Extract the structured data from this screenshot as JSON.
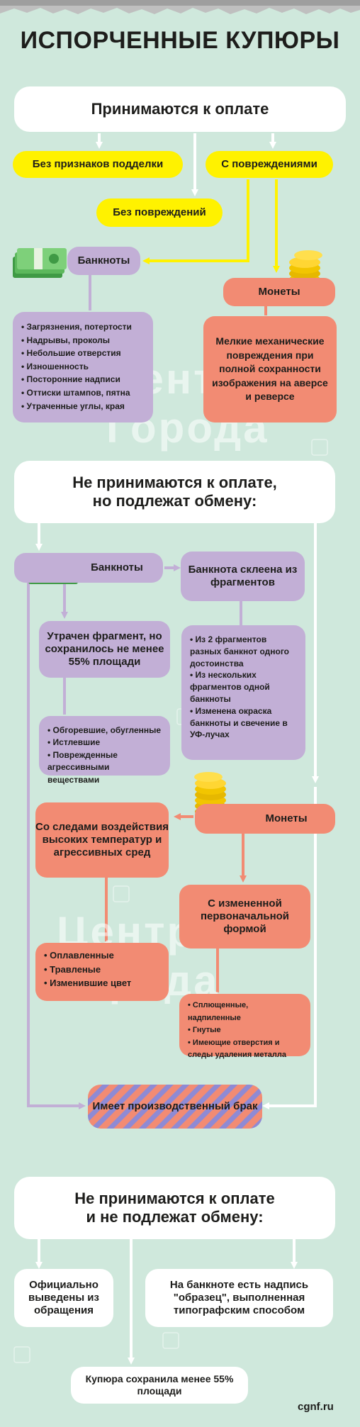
{
  "title": "ИСПОРЧЕННЫЕ КУПЮРЫ",
  "watermark": "Центр Города",
  "site": "cgnf.ru",
  "colors": {
    "background": "#cfe8dc",
    "white": "#ffffff",
    "yellow": "#fff200",
    "purple": "#c2afd6",
    "salmon": "#f28b73",
    "hatch": "#8f8ad4"
  },
  "section1": {
    "header": "Принимаются к оплате",
    "no_forgery": "Без признаков подделки",
    "damaged": "С повреждениями",
    "undamaged": "Без повреждений",
    "banknotes": "Банкноты",
    "coins": "Монеты",
    "banknote_list": [
      "Загрязнения, потертости",
      "Надрывы, проколы",
      "Небольшие отверстия",
      "Изношенность",
      "Посторонние надписи",
      "Оттиски штампов, пятна",
      "Утраченные углы, края"
    ],
    "coin_text": "Мелкие механические повреждения при полной сохранности изображения на аверсе и реверсе"
  },
  "section2": {
    "header_line1": "Не принимаются к оплате,",
    "header_line2": "но подлежат обмену:",
    "banknotes": "Банкноты",
    "glued": "Банкнота склеена из фрагментов",
    "glued_list": [
      "Из 2 фрагментов разных банкнот одного достоинства",
      "Из нескольких фрагментов одной банкноты",
      "Изменена окраска банкноты и свечение в УФ-лучах"
    ],
    "lost_fragment": "Утрачен фрагмент, но сохранилось не менее 55% площади",
    "lost_list": [
      "Обгоревшие, обугленные",
      "Истлевшие",
      "Поврежденные агрессивными веществами"
    ],
    "coins": "Монеты",
    "heat": "Со следами воздействия высоких температур и агрессивных сред",
    "heat_list": [
      "Оплавленные",
      "Травленые",
      "Изменившие цвет"
    ],
    "changed": "С измененной первоначальной формой",
    "changed_list": [
      "Сплющенные, надпиленные",
      "Гнутые",
      "Имеющие отверстия и следы удаления металла"
    ],
    "defect": "Имеет производственный брак"
  },
  "section3": {
    "header_line1": "Не принимаются к оплате",
    "header_line2": "и не подлежат обмену:",
    "withdrawn": "Официально выведены из обращения",
    "specimen": "На банкноте есть надпись \"образец\", выполненная типографским способом",
    "less55": "Купюра сохранила менее 55% площади"
  },
  "icons": [
    "money-stack-icon",
    "coin-stack-icon",
    "ruble-tile-icon",
    "torn-paper-icon"
  ]
}
